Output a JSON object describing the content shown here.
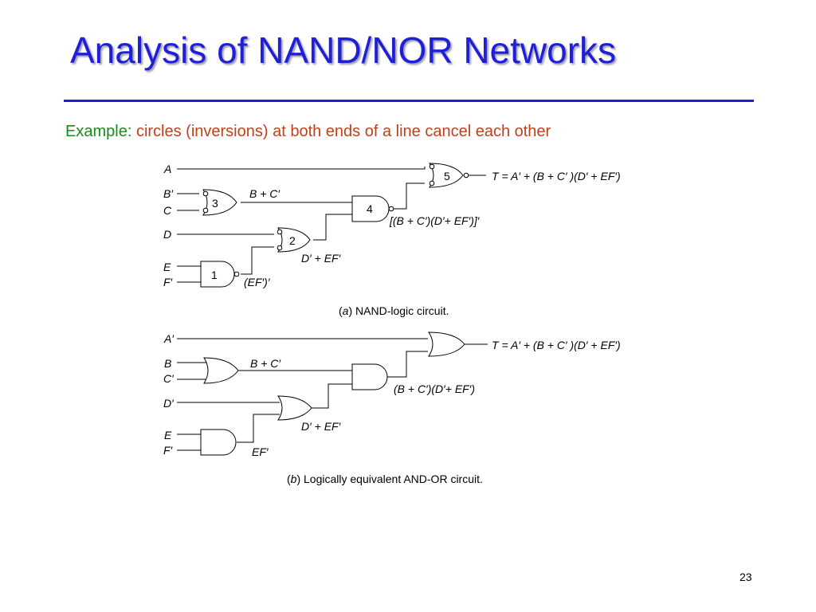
{
  "slide": {
    "title": "Analysis of NAND/NOR Networks",
    "subtitle_lead": "Example:",
    "subtitle_rest": "circles (inversions) at both ends of a line cancel each other",
    "page_number": "23"
  },
  "circuit_a": {
    "caption_letter": "a",
    "caption_text": ") NAND-logic circuit.",
    "input_labels": [
      "A",
      "B′",
      "C",
      "D",
      "E",
      "F′"
    ],
    "gate_numbers": [
      "1",
      "2",
      "3",
      "4",
      "5"
    ],
    "signal_labels": [
      "B + C′",
      "D′ + EF′",
      "(EF′)′",
      "[(B + C′)(D′+ EF′)]′"
    ],
    "output_expr": "T = A′ + (B + C′ )(D′ + EF′)"
  },
  "circuit_b": {
    "caption_letter": "b",
    "caption_text": ") Logically equivalent AND-OR circuit.",
    "input_labels": [
      "A′",
      "B",
      "C′",
      "D′",
      "E",
      "F′"
    ],
    "signal_labels": [
      "B + C′",
      "D′ + EF′",
      "EF′",
      "(B + C′)(D′+ EF′)"
    ],
    "output_expr": "T = A′ + (B + C′ )(D′ + EF′)"
  }
}
